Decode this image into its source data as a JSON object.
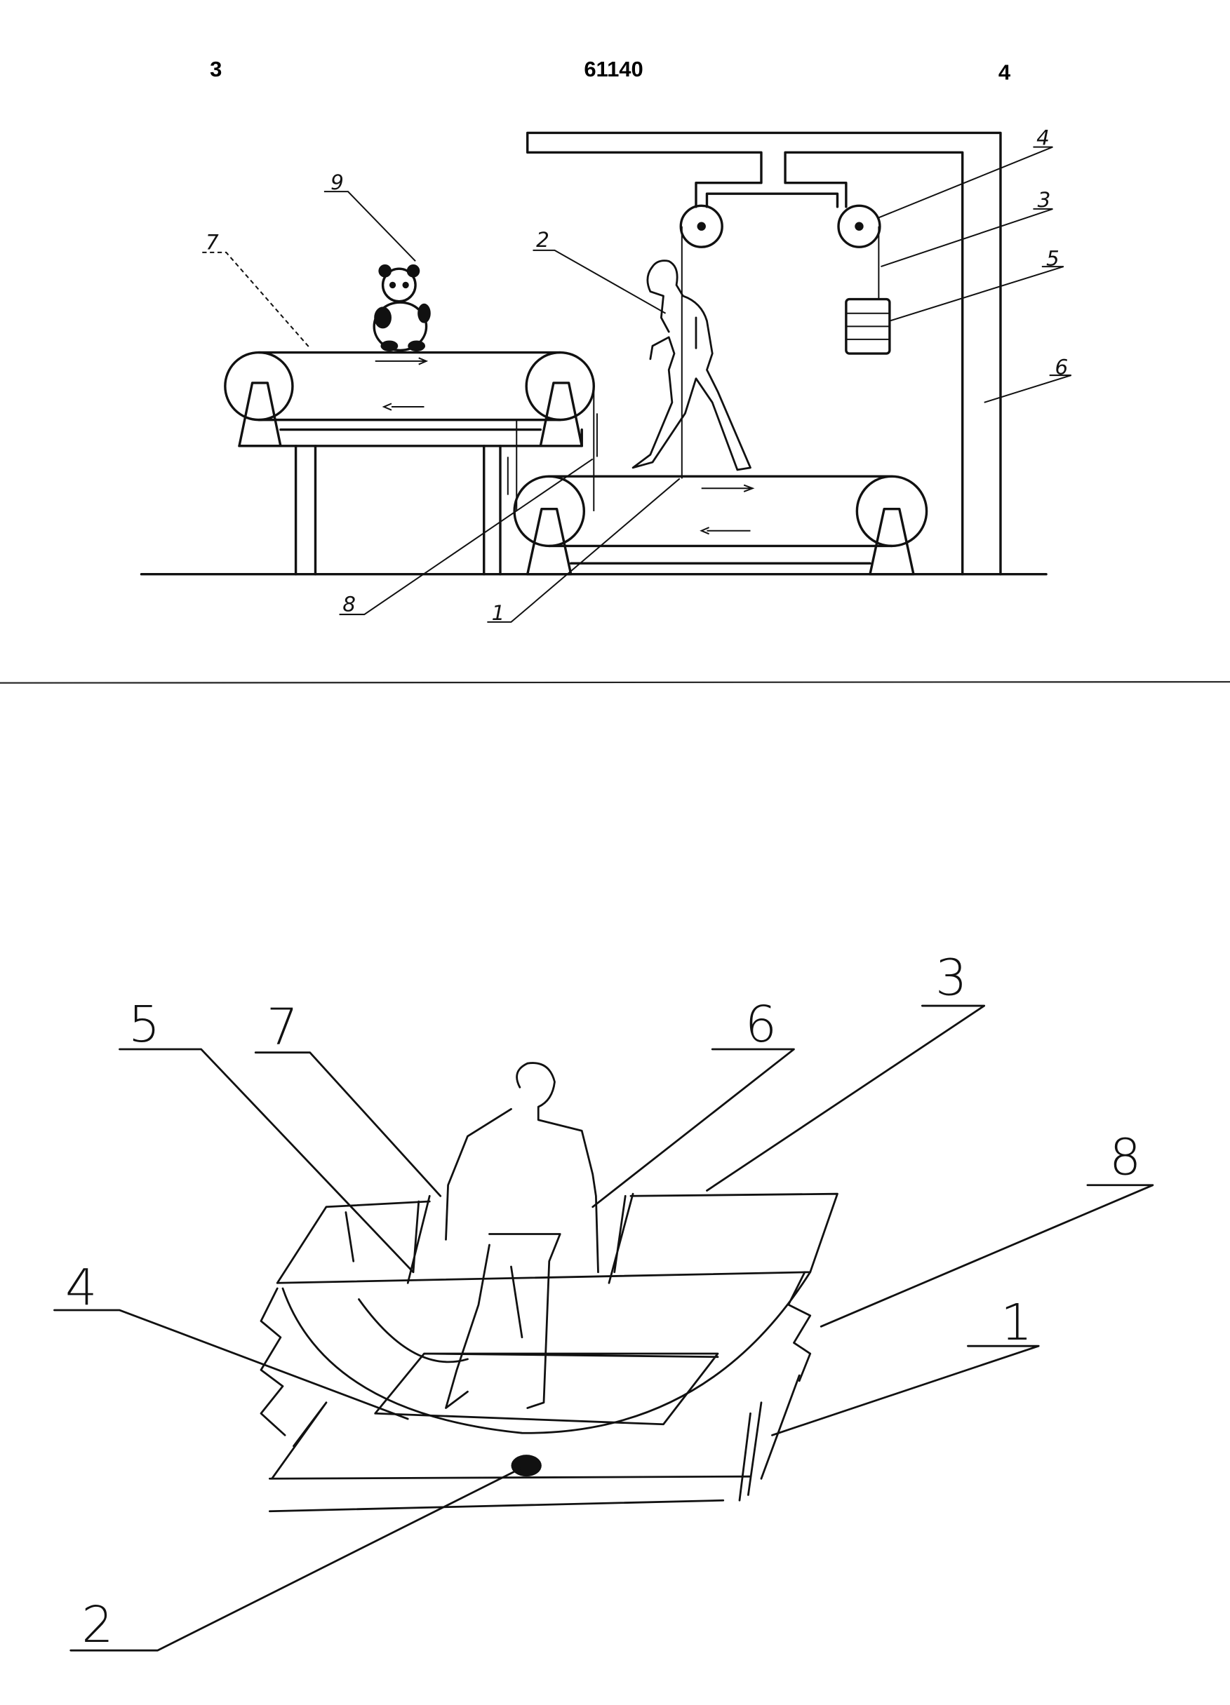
{
  "header": {
    "page_left": "3",
    "patent_number": "61140",
    "page_right": "4"
  },
  "figure1": {
    "labels": {
      "l1": "1",
      "l2": "2",
      "l3": "3",
      "l4": "4",
      "l5": "5",
      "l6": "6",
      "l7": "7",
      "l8": "8",
      "l9": "9"
    }
  },
  "figure2": {
    "labels": {
      "l1": "1",
      "l2": "2",
      "l3": "3",
      "l4": "4",
      "l5": "5",
      "l6": "6",
      "l7": "7",
      "l8": "8"
    }
  }
}
